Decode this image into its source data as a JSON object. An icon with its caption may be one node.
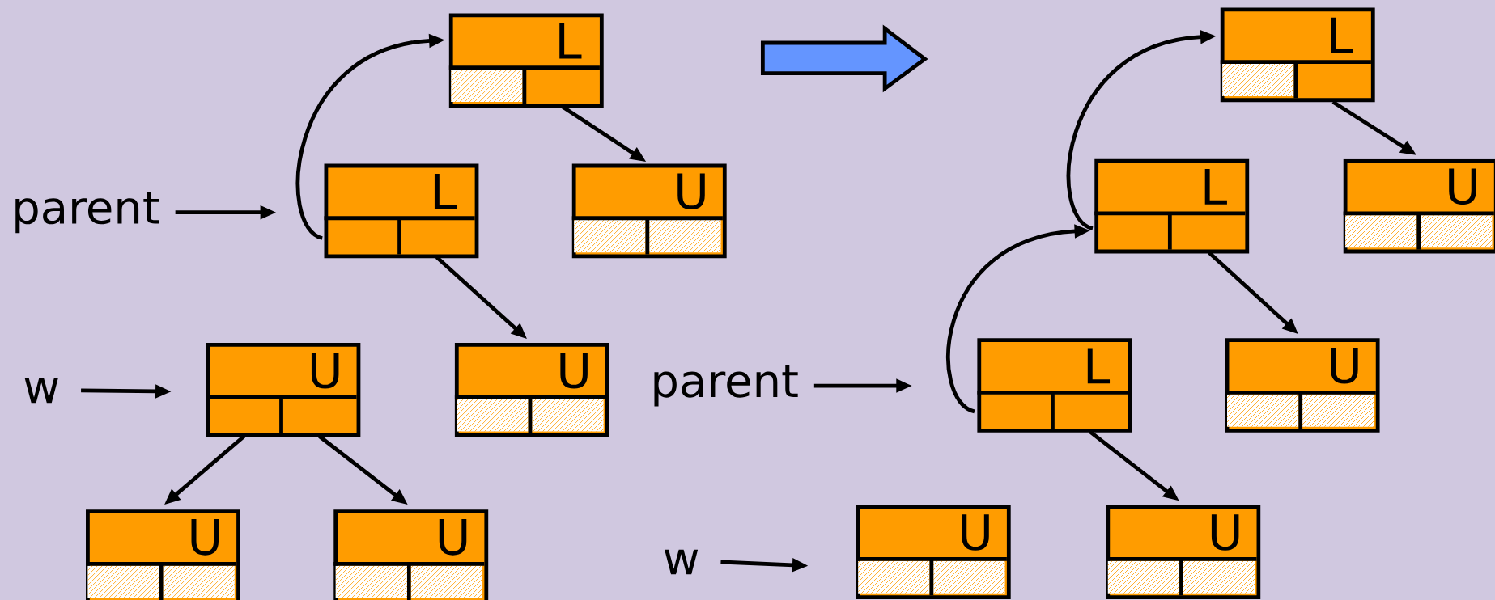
{
  "diagram": {
    "nodes": [
      {
        "text": [
          "L"
        ]
      },
      {
        "text": [
          "L"
        ]
      },
      {
        "text": [
          "U"
        ]
      },
      {
        "text": [
          "parent"
        ]
      },
      {
        "text": [
          "U"
        ]
      },
      {
        "text": [
          "U"
        ]
      },
      {
        "text": [
          "w"
        ]
      },
      {
        "text": [
          "U"
        ]
      },
      {
        "text": [
          "U"
        ]
      },
      {
        "text": [
          "L"
        ]
      },
      {
        "text": [
          "L"
        ]
      },
      {
        "text": [
          "U"
        ]
      },
      {
        "text": [
          "L"
        ]
      },
      {
        "text": [
          "U"
        ]
      },
      {
        "text": [
          "parent"
        ]
      },
      {
        "text": [
          "w"
        ]
      },
      {
        "text": [
          "U"
        ]
      },
      {
        "text": [
          "U"
        ]
      }
    ],
    "edges": [
      {
        "from": 3,
        "to": 1,
        "arrow": "to"
      },
      {
        "from": 1,
        "to": 0,
        "arrow": "to"
      },
      {
        "from": 0,
        "to": 2,
        "arrow": "to"
      },
      {
        "from": 1,
        "to": 5,
        "arrow": "to"
      },
      {
        "from": 6,
        "to": 4,
        "arrow": "to"
      },
      {
        "from": 4,
        "to": 7,
        "arrow": "to"
      },
      {
        "from": 4,
        "to": 8,
        "arrow": "to"
      },
      {
        "from": 10,
        "to": 9,
        "arrow": "to"
      },
      {
        "from": 9,
        "to": 11,
        "arrow": "to"
      },
      {
        "from": 10,
        "to": 13,
        "arrow": "to"
      },
      {
        "from": 12,
        "to": 10,
        "arrow": "to"
      },
      {
        "from": 14,
        "to": 12,
        "arrow": "to"
      },
      {
        "from": 12,
        "to": 17,
        "arrow": "to"
      },
      {
        "from": 15,
        "to": 16,
        "arrow": "to"
      }
    ]
  }
}
